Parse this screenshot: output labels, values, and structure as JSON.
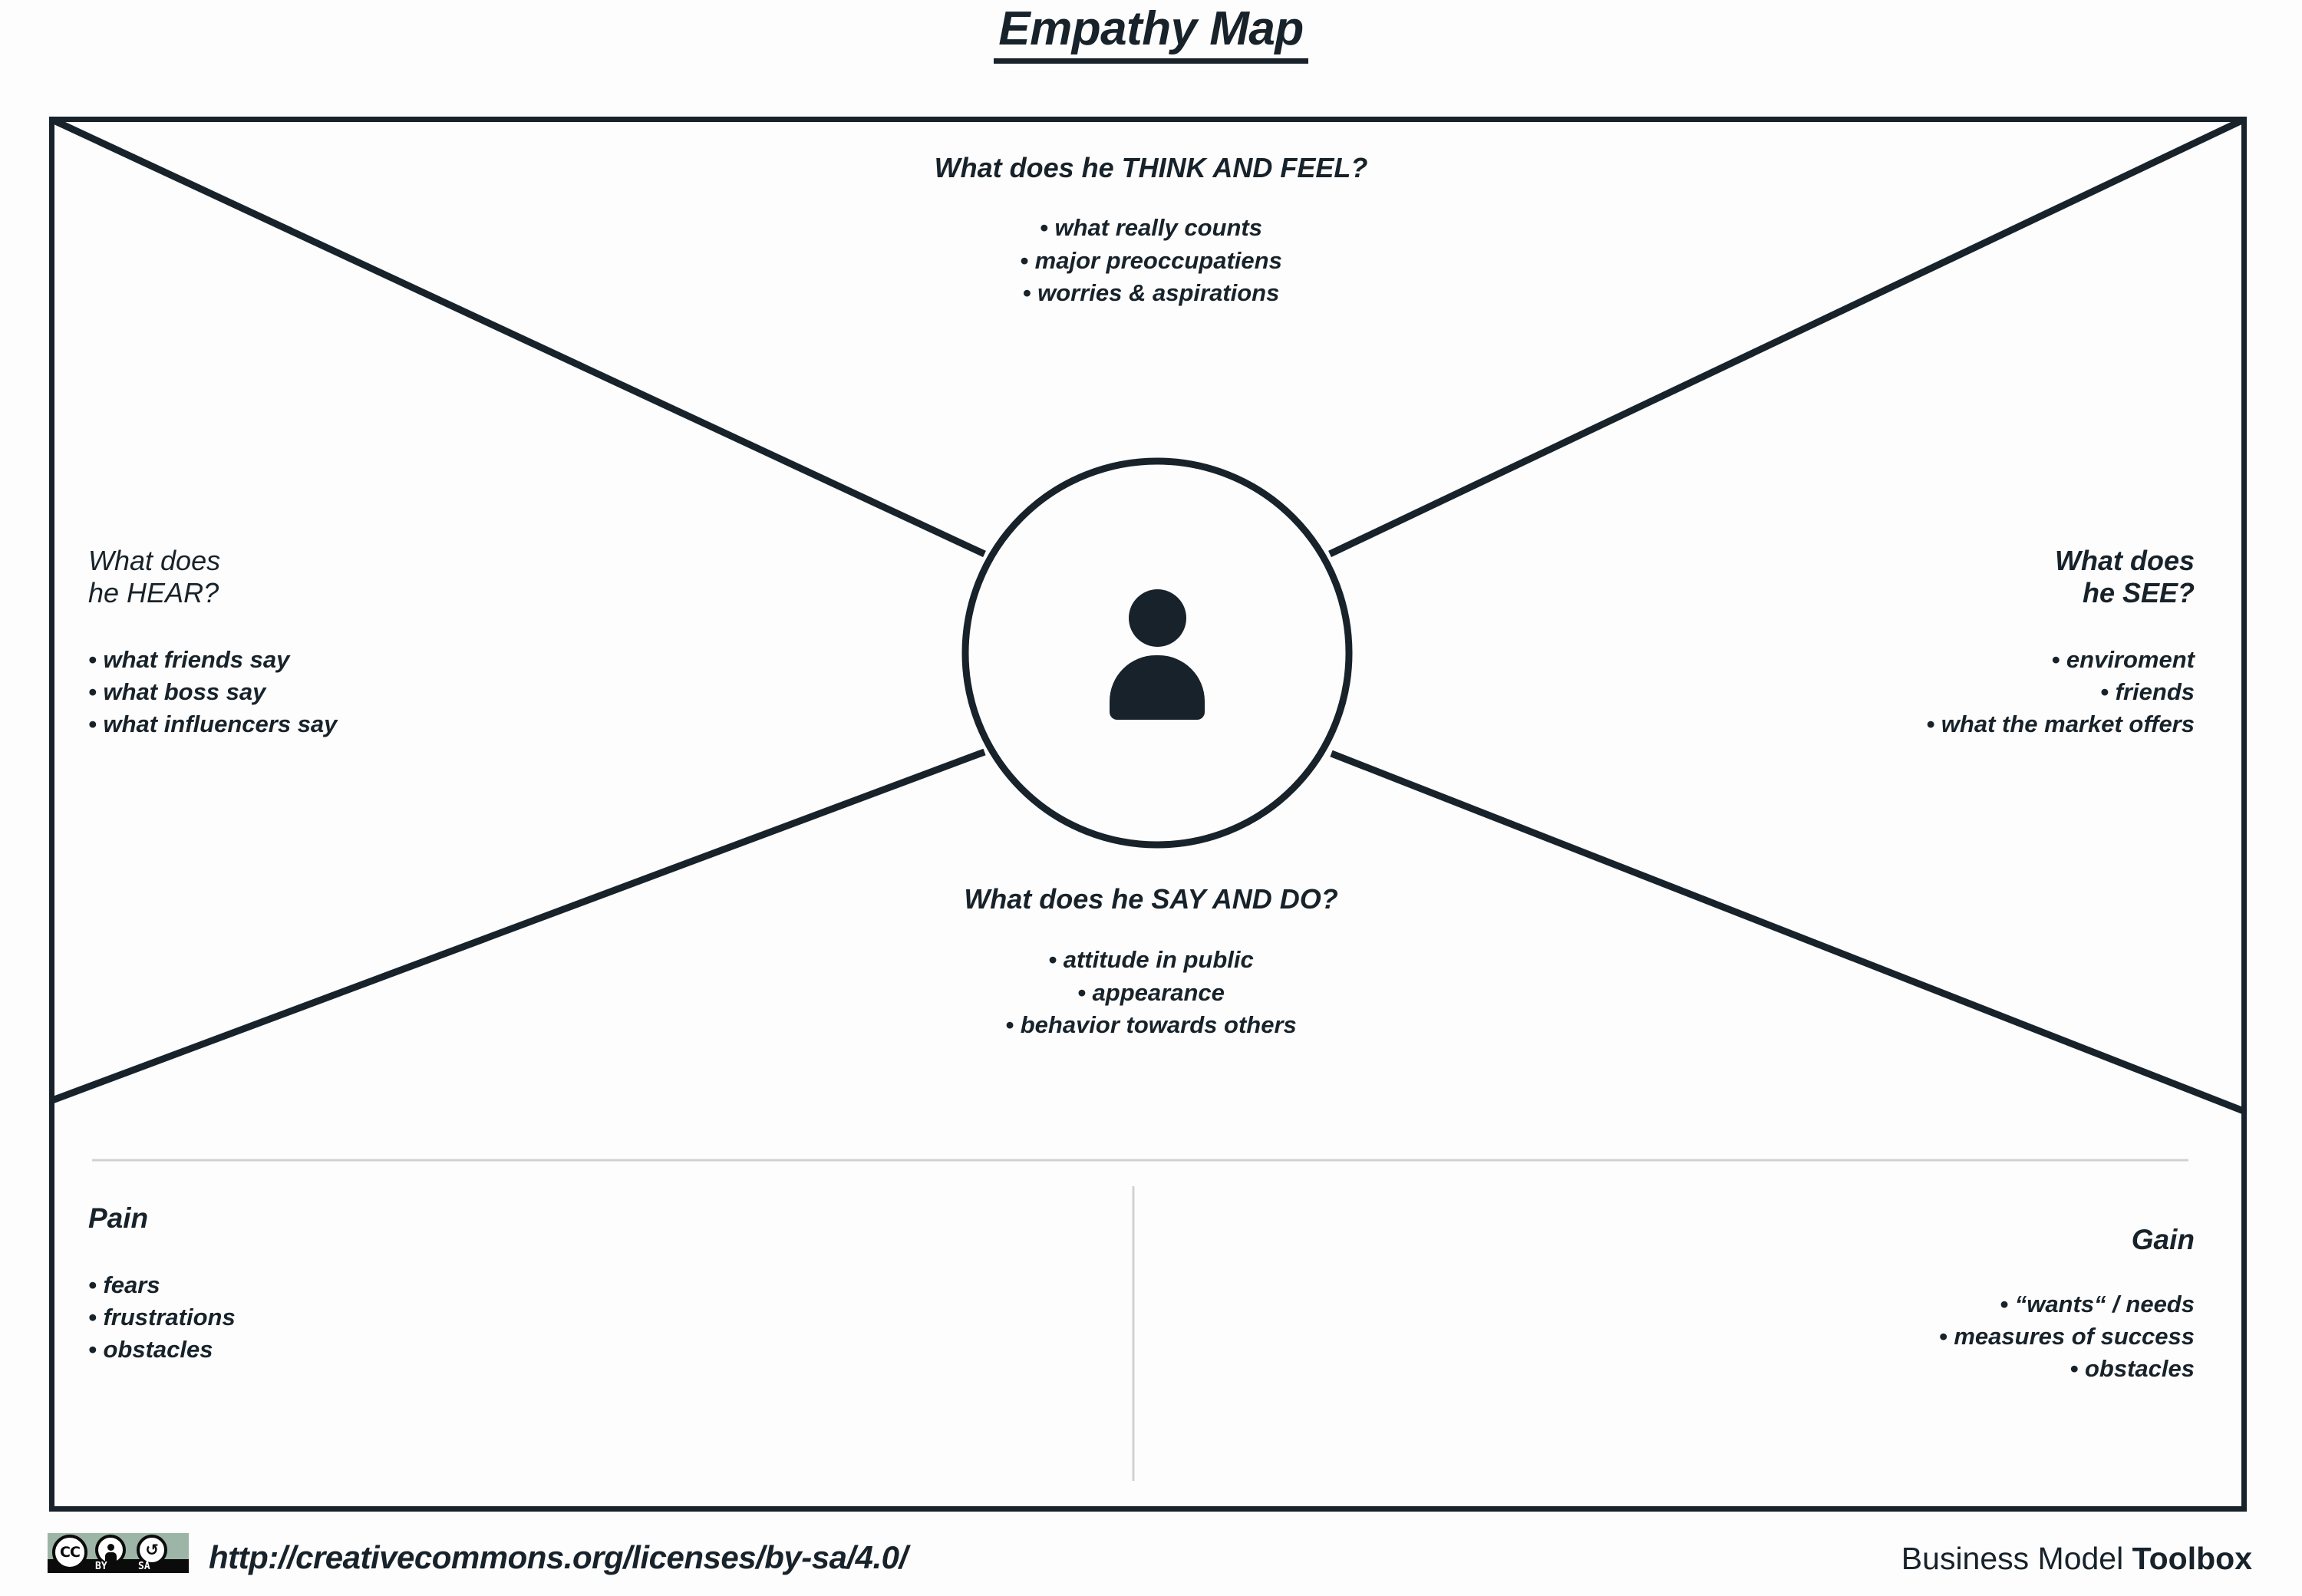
{
  "title": "Empathy Map",
  "colors": {
    "ink": "#18222a",
    "background": "#fcfdfc",
    "divider": "#cfd3d2",
    "badge_green": "#9db5a6"
  },
  "quadrants": {
    "think_feel": {
      "heading": "What does he THINK AND FEEL?",
      "bullets": [
        "• what really counts",
        "• major preoccupatiens",
        "• worries & aspirations"
      ]
    },
    "hear": {
      "heading": "What does\nhe HEAR?",
      "bullets": [
        "• what friends say",
        "• what boss say",
        "• what influencers say"
      ]
    },
    "see": {
      "heading": "What does\nhe SEE?",
      "bullets": [
        "• enviroment",
        "• friends",
        "• what the market offers"
      ]
    },
    "say_do": {
      "heading": "What does he SAY AND DO?",
      "bullets": [
        "• attitude in public",
        "• appearance",
        "• behavior towards others"
      ]
    }
  },
  "bottom": {
    "pain": {
      "heading": "Pain",
      "bullets": [
        "• fears",
        "• frustrations",
        "• obstacles"
      ]
    },
    "gain": {
      "heading": "Gain",
      "bullets": [
        "• “wants“ / needs",
        "• measures of success",
        "• obstacles"
      ]
    }
  },
  "center": {
    "icon": "person-icon"
  },
  "footer": {
    "license_badge": {
      "cc": "CC",
      "by": "BY",
      "sa": "SA"
    },
    "license_url": "http://creativecommons.org/licenses/by-sa/4.0/",
    "brand_regular": "Business Model ",
    "brand_bold": "Toolbox"
  }
}
